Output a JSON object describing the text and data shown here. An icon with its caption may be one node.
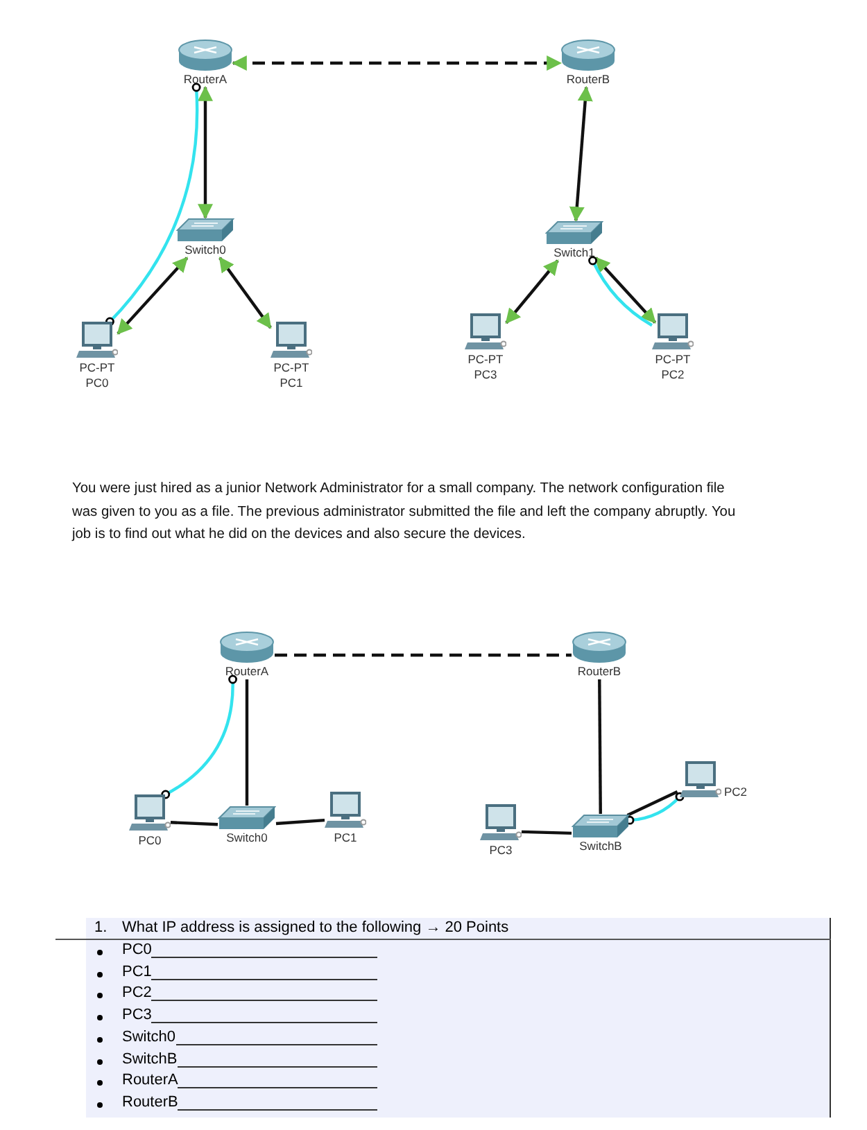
{
  "diagram": {
    "nodes": [
      {
        "text": [
          "RouterA"
        ]
      },
      {
        "text": [
          "RouterB"
        ]
      },
      {
        "text": [
          "Switch0"
        ]
      },
      {
        "text": [
          "Switch1"
        ]
      },
      {
        "text": [
          "PC-PT",
          "PC0"
        ]
      },
      {
        "text": [
          "PC-PT",
          "PC1"
        ]
      },
      {
        "text": [
          "PC-PT",
          "PC3"
        ]
      },
      {
        "text": [
          "PC-PT",
          "PC2"
        ]
      },
      {
        "text": [
          "RouterA"
        ]
      },
      {
        "text": [
          "RouterB"
        ]
      },
      {
        "text": [
          "PC0"
        ]
      },
      {
        "text": [
          "Switch0"
        ]
      },
      {
        "text": [
          "PC1"
        ]
      },
      {
        "text": [
          "PC3"
        ]
      },
      {
        "text": [
          "SwitchB"
        ]
      },
      {
        "text": [
          "PC2"
        ]
      }
    ],
    "edges": [
      {
        "from": 0,
        "to": 1,
        "arrow": "both",
        "style": "dashed"
      },
      {
        "from": 0,
        "to": 2,
        "arrow": "both"
      },
      {
        "from": 2,
        "to": 4,
        "arrow": "both"
      },
      {
        "from": 2,
        "to": 5,
        "arrow": "both"
      },
      {
        "from": 0,
        "to": 4,
        "arrow": "other",
        "color": "#33e3ee"
      },
      {
        "from": 1,
        "to": 3,
        "arrow": "both"
      },
      {
        "from": 3,
        "to": 6,
        "arrow": "both"
      },
      {
        "from": 3,
        "to": 7,
        "arrow": "both"
      },
      {
        "from": 3,
        "to": 7,
        "arrow": "other",
        "color": "#33e3ee"
      },
      {
        "from": 8,
        "to": 9,
        "arrow": "none",
        "style": "dashed"
      },
      {
        "from": 8,
        "to": 11,
        "arrow": "none"
      },
      {
        "from": 8,
        "to": 10,
        "arrow": "other",
        "color": "#33e3ee"
      },
      {
        "from": 10,
        "to": 11,
        "arrow": "none"
      },
      {
        "from": 11,
        "to": 12,
        "arrow": "none"
      },
      {
        "from": 9,
        "to": 14,
        "arrow": "none"
      },
      {
        "from": 13,
        "to": 14,
        "arrow": "none"
      },
      {
        "from": 14,
        "to": 15,
        "arrow": "none"
      },
      {
        "from": 14,
        "to": 15,
        "arrow": "other",
        "color": "#33e3ee"
      }
    ],
    "labels": [
      "You were just hired as a junior Network Administrator for a small company.  The network configuration file was given to you as a file.  The previous administrator submitted the file and left the company abruptly.  You job is to find out what he did on the devices and also secure the devices.",
      "1.",
      "What IP address is assigned to the following → 20 Points",
      "PC0",
      "PC1",
      "PC2",
      "PC3",
      "Switch0",
      "SwitchB",
      "RouterA",
      "RouterB"
    ]
  }
}
